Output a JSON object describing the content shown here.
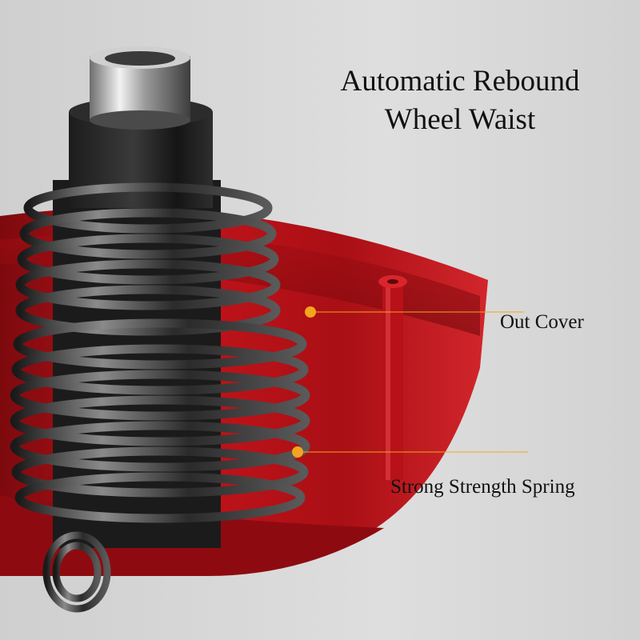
{
  "title": {
    "line1": "Automatic Rebound",
    "line2": "Wheel Waist"
  },
  "callouts": [
    {
      "label": "Out Cover"
    },
    {
      "label": "Strong Strength Spring"
    }
  ],
  "colors": {
    "background": "#d6d6d6",
    "housing_red": "#c4141b",
    "spring_metal": "#2a2a2a",
    "callout_dot": "#f3a51f",
    "callout_line": "#f3a51f"
  }
}
